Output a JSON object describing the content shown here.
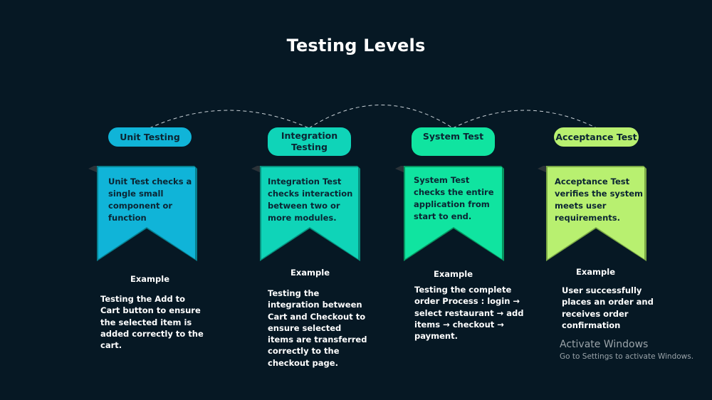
{
  "title": "Testing Levels",
  "colors": {
    "background": "#061824",
    "unit": "#10b4d8",
    "integration": "#0fd4b8",
    "system": "#10e4a0",
    "acceptance": "#b8f070"
  },
  "levels": [
    {
      "name": "Unit Testing",
      "description": "Unit Test checks a single small component or function",
      "example_heading": "Example",
      "example_text": "Testing the Add to Cart button to ensure the selected item is added correctly to the cart."
    },
    {
      "name": "Integration Testing",
      "description": "Integration Test checks interaction between two or more modules.",
      "example_heading": "Example",
      "example_text": "Testing the integration between Cart and Checkout to ensure selected items are transferred correctly to the checkout page."
    },
    {
      "name": "System Test",
      "description": "System Test checks the entire application from start to end.",
      "example_heading": "Example",
      "example_text": "Testing the complete order Process : login → select restaurant → add items → checkout → payment."
    },
    {
      "name": "Acceptance Test",
      "description": "Acceptance Test verifies the system meets user requirements.",
      "example_heading": "Example",
      "example_text": "User successfully places an order and receives order confirmation"
    }
  ],
  "watermark": {
    "line1": "Activate Windows",
    "line2": "Go to Settings to activate Windows."
  }
}
